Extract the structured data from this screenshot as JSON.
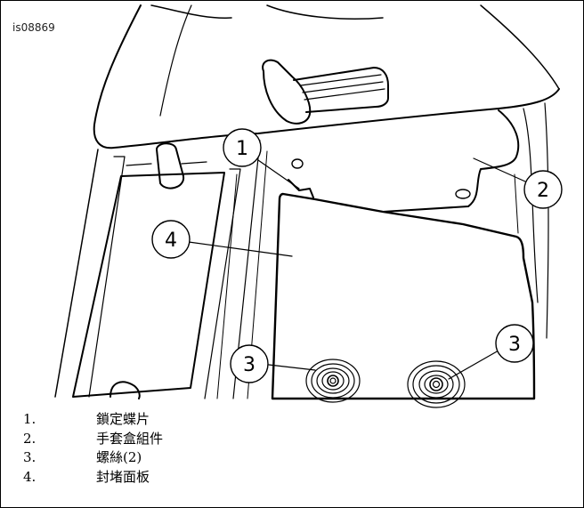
{
  "figure": {
    "id": "is08869"
  },
  "callouts": [
    "1",
    "2",
    "3",
    "3",
    "4"
  ],
  "legend": [
    {
      "num": "1.",
      "label": "鎖定蝶片"
    },
    {
      "num": "2.",
      "label": "手套盒組件"
    },
    {
      "num": "3.",
      "label": "螺絲(2)"
    },
    {
      "num": "4.",
      "label": "封堵面板"
    }
  ]
}
